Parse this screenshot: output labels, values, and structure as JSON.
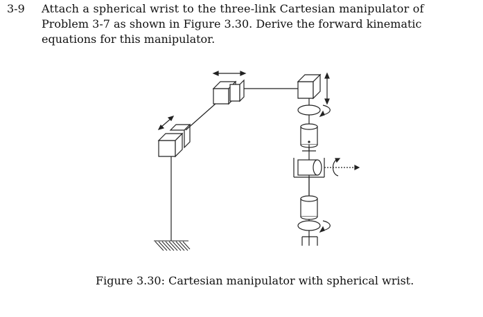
{
  "problem": {
    "number": "3-9",
    "lines": [
      "Attach a spherical wrist to the three-link Cartesian manipulator of",
      "Problem 3-7 as shown in Figure 3.30. Derive the forward kinematic",
      "equations for this manipulator."
    ]
  },
  "figure": {
    "caption": "Figure 3.30: Cartesian manipulator with spherical wrist."
  }
}
